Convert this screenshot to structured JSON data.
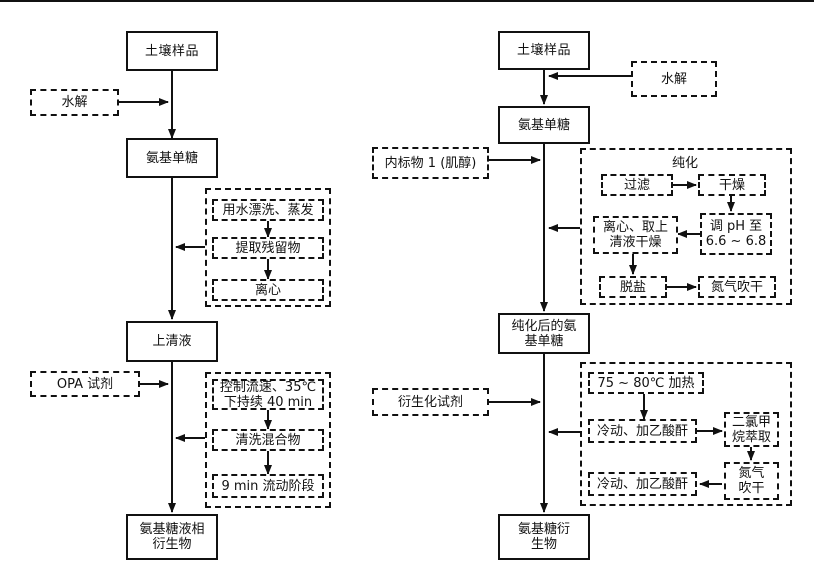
{
  "left_flow": {
    "soil_sample": "土壤样品",
    "hydrolysis": "水解",
    "amino_sugar": "氨基单糖",
    "rinse_evaporate": "用水漂洗、蒸发",
    "extract_residue": "提取残留物",
    "centrifuge": "离心",
    "supernatant": "上清液",
    "opa_reagent": "OPA 试剂",
    "flow_control": "控制流速、35℃\n下持续 40 min",
    "wash_mixture": "清洗混合物",
    "flow_stage": "9 min 流动阶段",
    "result": "氨基糖液相\n衍生物"
  },
  "right_flow": {
    "soil_sample": "土壤样品",
    "hydrolysis": "水解",
    "amino_sugar": "氨基单糖",
    "internal_standard": "内标物 1 (肌醇)",
    "purification_label": "纯化",
    "filtration": "过滤",
    "drying": "干燥",
    "adjust_ph": "调 pH 至\n6.6 ~ 6.8",
    "centrifuge_dry": "离心、取上\n清液干燥",
    "desalting": "脱盐",
    "nitrogen_dry": "氮气吹干",
    "purified_sugar": "纯化后的氨\n基单糖",
    "derivatization_reagent": "衍生化试剂",
    "heating": "75 ~ 80℃ 加热",
    "cool_anhydride_1": "冷动、加乙酸酐",
    "dichloromethane_extract": "二氯甲\n烷萃取",
    "nitrogen_dry_2": "氮气\n吹干",
    "cool_anhydride_2": "冷动、加乙酸酐",
    "result": "氨基糖衍\n生物"
  },
  "colors": {
    "ink": "#111111",
    "background": "#ffffff"
  }
}
